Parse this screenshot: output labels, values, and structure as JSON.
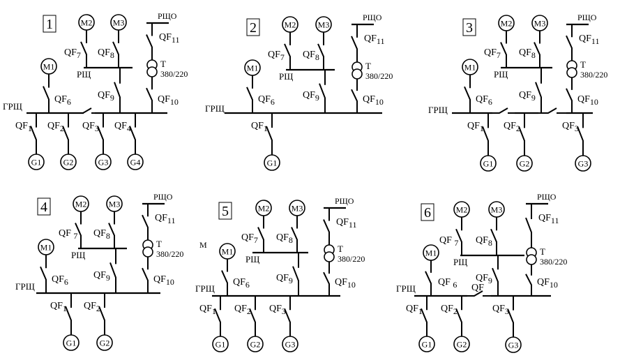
{
  "diagrams": [
    {
      "number": "1",
      "labels": {
        "M2": "M2",
        "M3": "M3",
        "M1": "M1",
        "RSCHO": "РЩО",
        "RSCH": "РЩ",
        "GRSCH": "ГРЩ",
        "T": "Т",
        "V": "380/220",
        "QF7": "QF7",
        "QF8": "QF8",
        "QF6": "QF6",
        "QF9": "QF9",
        "QF10": "QF10",
        "QF11": "QF11",
        "QF1": "QF1",
        "QF2": "QF2",
        "QF3": "QF3",
        "QF4": "QF4",
        "G1": "G1",
        "G2": "G2",
        "G3": "G3",
        "G4": "G4"
      }
    },
    {
      "number": "2",
      "labels": {
        "M2": "M2",
        "M3": "M3",
        "M1": "M1",
        "RSCHO": "РЩО",
        "RSCH": "РЩ",
        "GRSCH": "ГРЩ",
        "T": "Т",
        "V": "380/220",
        "QF7": "QF7",
        "QF8": "QF8",
        "QF6": "QF6",
        "QF9": "QF9",
        "QF10": "QF10",
        "QF11": "QF11",
        "QF1": "QF1",
        "G1": "G1"
      }
    },
    {
      "number": "3",
      "labels": {
        "M2": "M2",
        "M3": "M3",
        "M1": "M1",
        "RSCHO": "РЩО",
        "RSCH": "РЩ",
        "GRSCH": "ГРЩ",
        "T": "Т",
        "V": "380/220",
        "QF7": "QF7",
        "QF8": "QF8",
        "QF6": "QF6",
        "QF9": "QF9",
        "QF10": "QF10",
        "QF11": "QF11",
        "QF1": "QF1",
        "QF2": "QF2",
        "QF3": "QF3",
        "G1": "G1",
        "G2": "G2",
        "G3": "G3"
      }
    },
    {
      "number": "4",
      "labels": {
        "M2": "M2",
        "M3": "M3",
        "M1": "M1",
        "RSCHO": "РЩО",
        "RSCH": "РЩ",
        "GRSCH": "ГРЩ",
        "T": "Т",
        "V": "380/220",
        "QF7": "QF 7",
        "QF8": "QF8",
        "QF6": "QF6",
        "QF9": "QF9",
        "QF10": "QF10",
        "QF11": "QF11",
        "QF1": "QF1",
        "QF2": "QF2",
        "G1": "G1",
        "G2": "G2"
      }
    },
    {
      "number": "5",
      "labels": {
        "M": "М",
        "M2": "M2",
        "M3": "M3",
        "M1": "M1",
        "RSCHO": "РЩО",
        "RSCH": "РЩ",
        "GRSCH": "ГРЩ",
        "T": "Т",
        "V": "380/220",
        "QF7": "QF7",
        "QF8": "QF8",
        "QF6": "QF6",
        "QF9": "QF9",
        "QF10": "QF10",
        "QF11": "QF11",
        "QF1": "QF1",
        "QF2": "QF2",
        "QF3": "QF3",
        "G1": "G1",
        "G2": "G2",
        "G3": "G3"
      }
    },
    {
      "number": "6",
      "labels": {
        "M2": "M2",
        "M3": "M3",
        "M1": "M1",
        "RSCHO": "РЩО",
        "RSCH": "РЩ",
        "GRSCH": "ГРЩ",
        "T": "Т",
        "V": "380/220",
        "QF7": "QF 7",
        "QF8": "QF8",
        "QF6": "QF 6",
        "QF9": "QF9",
        "QF10": "QF10",
        "QF11": "QF11",
        "QF": "QF",
        "QF1": "QF1",
        "QF2": "QF2",
        "QF3": "QF3",
        "G1": "G1",
        "G2": "G2",
        "G3": "G3"
      }
    }
  ]
}
